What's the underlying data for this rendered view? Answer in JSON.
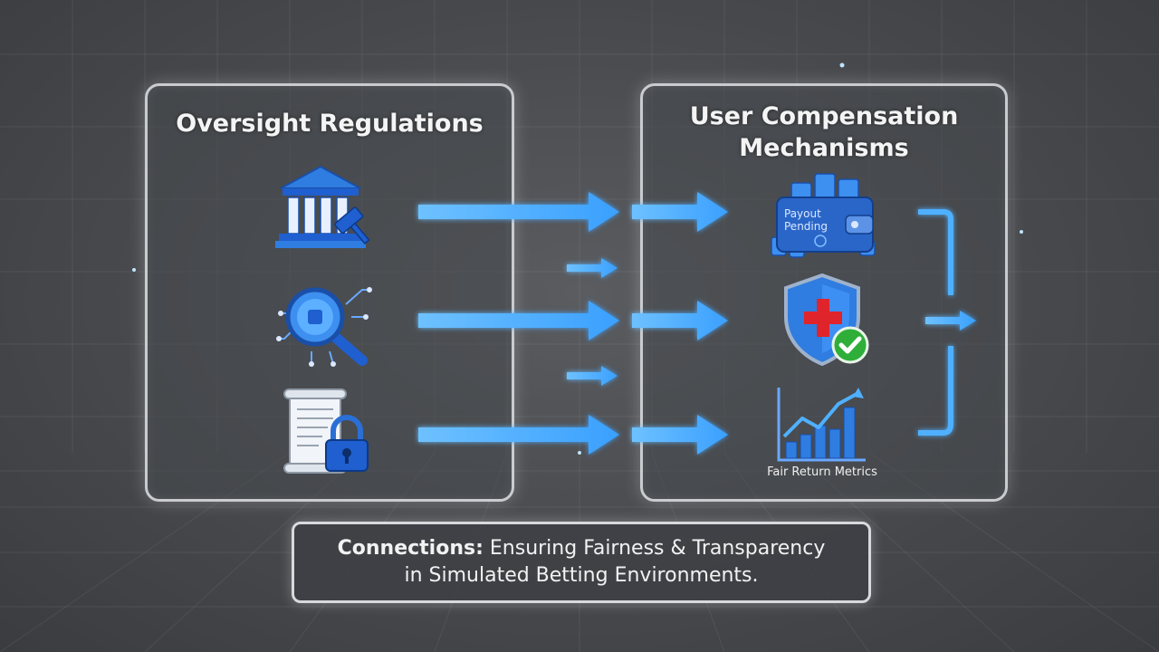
{
  "left_panel": {
    "title": "Oversight Regulations"
  },
  "right_panel": {
    "title_line1": "User Compensation",
    "title_line2": "Mechanisms",
    "payout_line1": "Payout",
    "payout_line2": "Pending",
    "metrics_label": "Fair Return Metrics"
  },
  "caption": {
    "label": "Connections:",
    "line1": "Ensuring Fairness & Transparency",
    "line2": "in Simulated Betting Environments."
  },
  "icons": [
    "government-building-icon",
    "gavel-icon",
    "magnifier-circuit-icon",
    "scroll-document-icon",
    "padlock-icon",
    "coin-wallet-icon",
    "shield-cross-icon",
    "check-badge-icon",
    "growth-chart-icon"
  ],
  "colors": {
    "arrow": "#4fb0ff",
    "background": "#4a4c50",
    "panel_border": "#c9cbce",
    "icon_blue": "#1f5fd0",
    "cross_red": "#e0242b",
    "check_green": "#2fae3a"
  }
}
